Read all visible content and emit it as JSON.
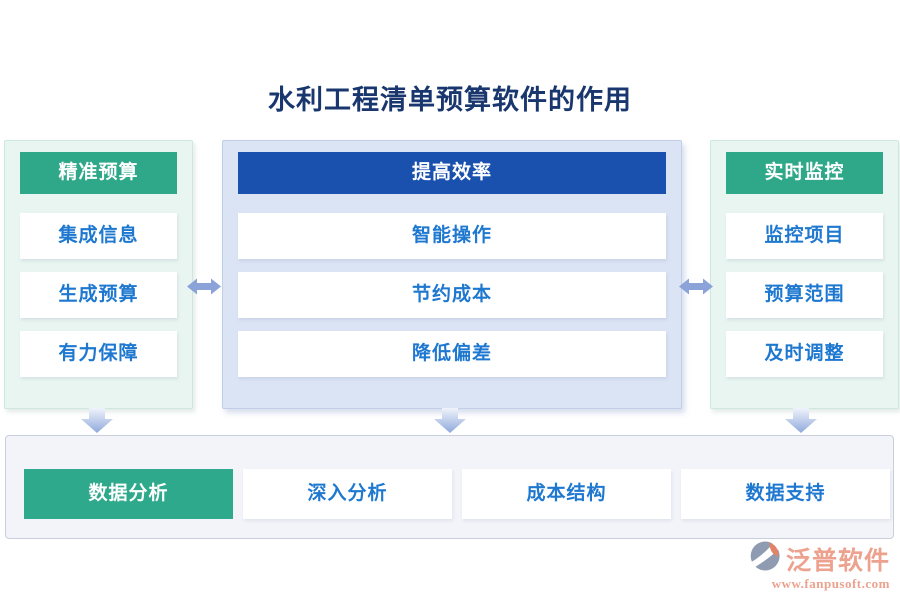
{
  "title": "水利工程清单预算软件的作用",
  "columns": [
    {
      "header": "精准预算",
      "items": [
        "集成信息",
        "生成预算",
        "有力保障"
      ]
    },
    {
      "header": "提高效率",
      "items": [
        "智能操作",
        "节约成本",
        "降低偏差"
      ]
    },
    {
      "header": "实时监控",
      "items": [
        "监控项目",
        "预算范围",
        "及时调整"
      ]
    }
  ],
  "bottom_row": [
    "数据分析",
    "深入分析",
    "成本结构",
    "数据支持"
  ],
  "footer": {
    "brand": "泛普软件",
    "url": "www.fanpusoft.com"
  },
  "colors": {
    "title_text": "#19376e",
    "header_green": "#2fa88a",
    "header_royal_blue": "#1b51ae",
    "item_text_blue": "#1e78d0",
    "mint_panel_bg": "#e9f5f0",
    "blue_panel_bg": "#dbe4f4",
    "bottom_bar_bg": "#f2f4f9",
    "arrow_periwinkle": "#8ba3d9",
    "brand_salmon": "#eca28e"
  }
}
